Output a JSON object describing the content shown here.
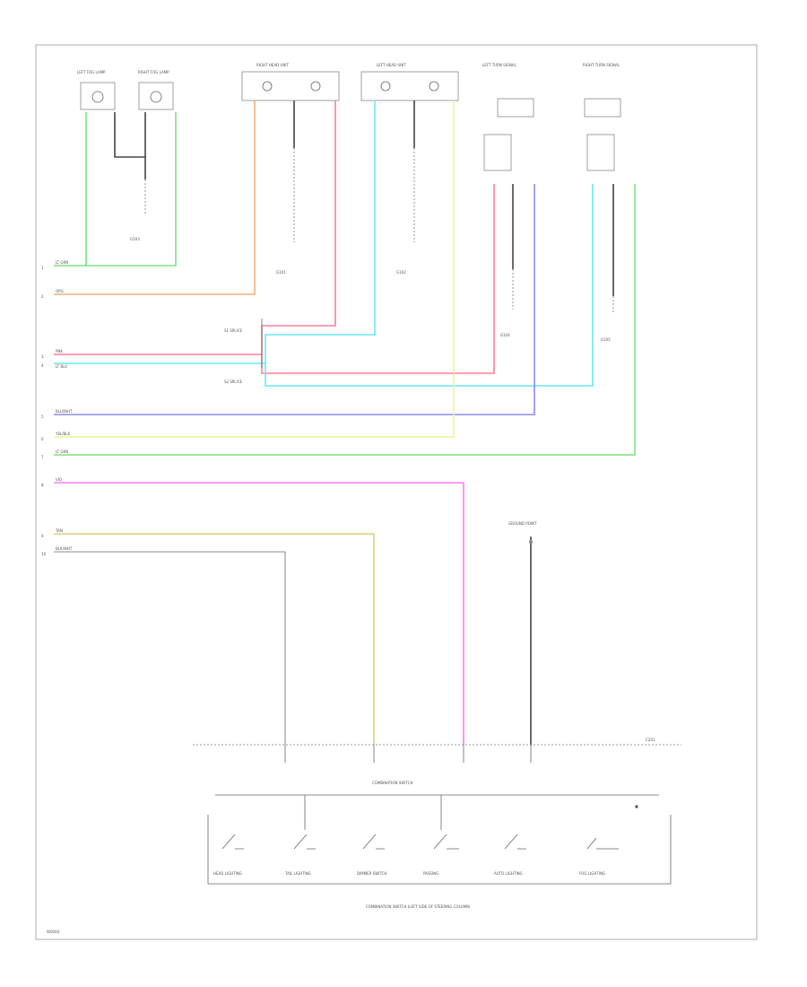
{
  "colors": {
    "lt_green": "#7ee07e",
    "orange": "#f4b07a",
    "pink": "#ff7f95",
    "lt_blue": "#66eaf2",
    "blue": "#8c8cf2",
    "yellow": "#f2f29a",
    "violet": "#ff7aff",
    "tan": "#e3cd7a",
    "black": "#444444",
    "frame": "#999999"
  },
  "components": {
    "left_fog_lamp": "LEFT FOG LAMP",
    "right_fog_lamp": "RIGHT FOG LAMP",
    "right_head_unit": "RIGHT HEAD UNIT",
    "left_head_unit": "LEFT HEAD UNIT",
    "left_turn_unit": "LEFT TURN SIGNAL",
    "right_turn_unit": "RIGHT TURN SIGNAL",
    "ground_left": "G101",
    "ground_right": "G102",
    "ground_left_fog": "G103",
    "ground_left_turn": "G104",
    "ground_right_turn": "G105",
    "splice_a": "S1 SPLICE",
    "splice_b": "S2 SPLICE",
    "ground_point": "GROUND POINT",
    "switch_module": "COMBINATION SWITCH",
    "connector_bar": "C201"
  },
  "wire_labels": {
    "w1": "LT GRN",
    "w2": "ORG",
    "w3": "PNK",
    "w4": "LT BLU",
    "w5": "BLU/WHT",
    "w6": "YEL/BLK",
    "w7": "LT GRN",
    "w8": "VIO",
    "w9": "TAN",
    "w10": "BLK/WHT"
  },
  "pins": [
    "1",
    "2",
    "3",
    "4",
    "5",
    "6",
    "7",
    "8",
    "9",
    "10"
  ],
  "switch_positions": {
    "sw1": "HEAD LIGHTING",
    "sw2": "TAIL LIGHTING",
    "sw3": "DIMMER SWITCH",
    "sw4": "PASSING",
    "sw5": "AUTO LIGHTING",
    "sw6": "FOG LIGHTING"
  },
  "switch_caption": "COMBINATION SWITCH (LEFT SIDE OF STEERING COLUMN)",
  "footer_code": "W0000"
}
